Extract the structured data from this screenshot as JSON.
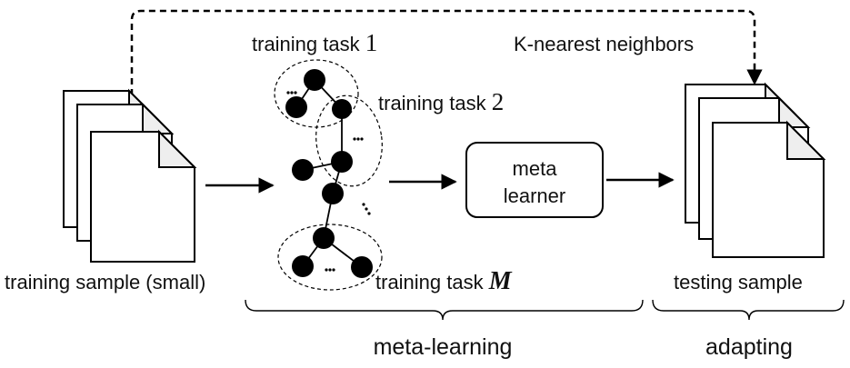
{
  "top_arrow_label": "K-nearest neighbors",
  "tasks": [
    {
      "label": "training task ",
      "index": "1"
    },
    {
      "label": "training task ",
      "index": "2"
    },
    {
      "label": "training task ",
      "index": "M"
    }
  ],
  "ellipsis": "...",
  "meta_learner": {
    "line1": "meta",
    "line2": "learner"
  },
  "training_sample_label": "training sample (small)",
  "testing_sample_label": "testing sample",
  "brace_labels": {
    "left": "meta-learning",
    "right": "adapting"
  }
}
